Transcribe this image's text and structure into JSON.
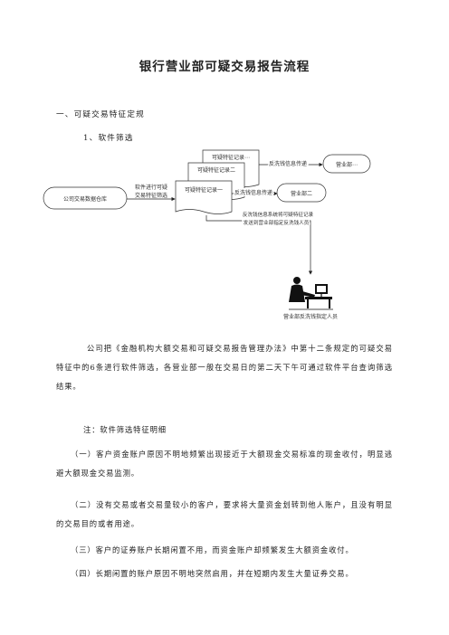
{
  "title": "银行营业部可疑交易报告流程",
  "section1": "一、可疑交易特征定规",
  "section1_1": "1、软件筛选",
  "diagram": {
    "record3": "可疑特征记录⋯",
    "record2": "可疑特征记录二",
    "record1": "可疑特征记录一",
    "warehouse": "公司交易数据仓库",
    "filter_label_1": "软件进行可疑",
    "filter_label_2": "交易特征筛选",
    "aml_info_top": "反洗钱信息传递",
    "aml_info_mid": "反洗钱信息传递",
    "dept_top": "营业部⋯",
    "dept_two": "营业部二",
    "system_label_1": "反洗钱信息系统将可疑特征记录",
    "system_label_2": "发送到营业部指定反洗钱人员",
    "person_label": "营业部反洗钱指定人员"
  },
  "paragraph1": "公司把《金融机构大额交易和可疑交易报告管理办法》中第十二条规定的可疑交易特征中的6条进行软件筛选，各营业部一般在交易日的第二天下午可通过软件平台查询筛选结果。",
  "note": "注：软件筛选特征明细",
  "items": [
    "（一）客户资金账户原因不明地频繁出现接近于大额现金交易标准的现金收付，明显逃避大额现金交易监测。",
    "（二）没有交易或者交易量较小的客户，要求将大量资金划转到他人账户，且没有明显的交易目的或者用途。",
    "（三）客户的证券账户长期闲置不用，而资金账户却频繁发生大额资金收付。",
    "（四）长期闲置的账户原因不明地突然启用，并在短期内发生大量证券交易。"
  ]
}
